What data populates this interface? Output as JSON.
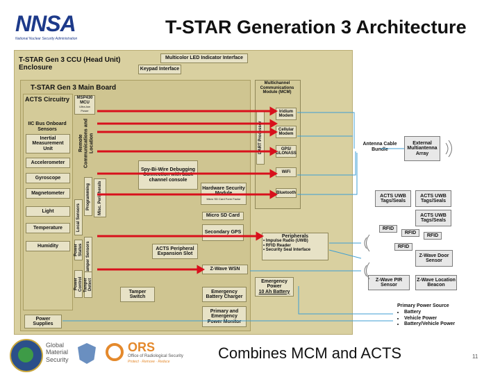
{
  "title": "T-STAR Generation 3 Architecture",
  "nnsa": {
    "letters": "NNSA",
    "tagline": "National Nuclear Security Administration"
  },
  "footer": {
    "text": "Combines MCM and ACTS",
    "page": "11"
  },
  "logos": {
    "gms_lines": [
      "Global",
      "Material",
      "Security"
    ],
    "ors": "ORS",
    "ors_sub": "Office of Radiological Security",
    "ors_tag": "Protect · Remove · Reduce"
  },
  "enclosure": {
    "label": "T-STAR Gen 3 CCU (Head Unit) Enclosure"
  },
  "led": "Multicolor LED Indicator Interface",
  "keypad": "Keypad Interface",
  "mainboard": "T-STAR Gen 3  Main Board",
  "acts": "ACTS Circuitry",
  "msp": {
    "label": "MSP430 MCU",
    "sub": "Ultra-low Power"
  },
  "remote_comm": "Remote Communications and Location",
  "iic": "IIC Bus Onboard Sensors",
  "imu": "Inertial Measurement Unit",
  "left_sensors": [
    "Accelerometer",
    "Gyroscope",
    "Magnetometer",
    "Light",
    "Temperature",
    "Humidity"
  ],
  "local_sensors": "Local Sensors",
  "programming": "Programming",
  "misc": "Misc. Peripherals",
  "power_status": "Power Status",
  "tamper_sensors": "Tamper Sensors",
  "power_control": "Power Control",
  "tamper_detect": "Tamper Detect",
  "power_supplies": "Power Supplies",
  "mcm": "Multichannel Communications Module (MCM)",
  "dart": "DART Processor",
  "mcm_items": [
    "Iridium Modem",
    "Cellular Modem",
    "GPS/ GLONASS",
    "WiFi",
    "Bluetooth"
  ],
  "spy": "Spy-Bi-Wire Debugging Connection with back channel console",
  "hsm": {
    "label": "Hardware Security Module",
    "sub": "Micro SD Card Form Factor"
  },
  "microsd": "Micro SD Card",
  "secondary_gps": "Secondary GPS",
  "peripherals": {
    "title": "Peripherals",
    "items": [
      "Impulse Radio (UWB)",
      "RFID Reader",
      "Security Seal Interface"
    ]
  },
  "acts_slot": "ACTS Peripheral Expansion Slot",
  "zwave_wsn": "Z-Wave WSN",
  "tamper_switch": "Tamper Switch",
  "emerg_power": "Emergency Power",
  "battery_10ah": "10 Ah Battery",
  "emerg_charger": "Emergency Battery Charger",
  "primary_monitor": "Primary and Emergency Power Monitor",
  "antenna_bundle": "Antenna Cable Bundle",
  "ext_antenna": "External Multiantenna Array",
  "uwb_tags": [
    "ACTS UWB Tags/Seals",
    "ACTS UWB Tags/Seals",
    "ACTS UWB Tags/Seals"
  ],
  "rfid": "RFID",
  "zwave_door": "Z-Wave Door Sensor",
  "zwave_pir": "Z-Wave PIR Sensor",
  "zwave_beacon": "Z-Wave Location Beacon",
  "power_source": {
    "title": "Primary Power Source",
    "items": [
      "Battery",
      "Vehicle Power",
      "Battery/Vehicle Power"
    ]
  },
  "colors": {
    "bus": "#d8101c",
    "link": "#3d9ed3",
    "board": "#d9d0a0",
    "box": "#e7e2c6"
  }
}
